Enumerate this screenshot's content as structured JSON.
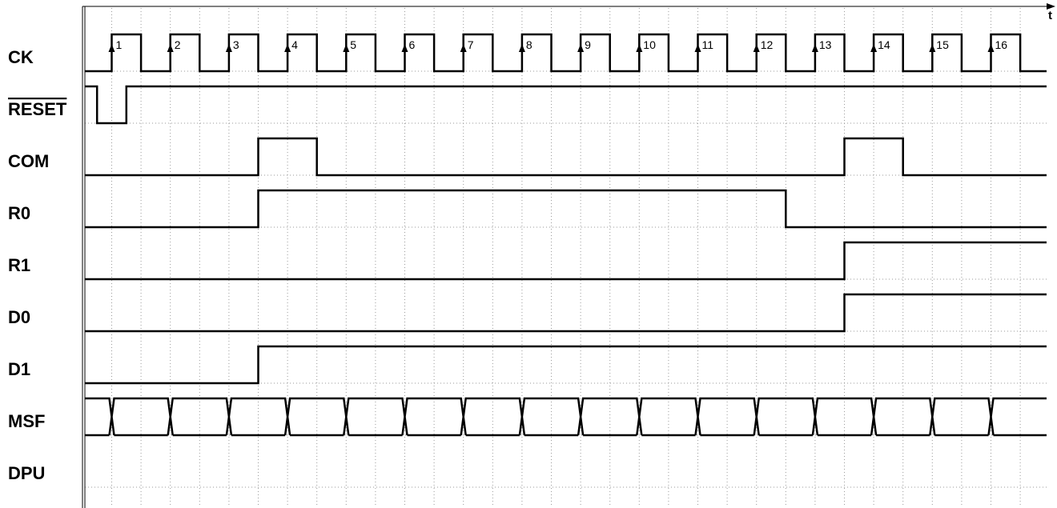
{
  "time_axis_label": "t",
  "signals": [
    {
      "name": "CK"
    },
    {
      "name": "RESET",
      "overline": true
    },
    {
      "name": "COM"
    },
    {
      "name": "R0"
    },
    {
      "name": "R1"
    },
    {
      "name": "D0"
    },
    {
      "name": "D1"
    },
    {
      "name": "MSF"
    },
    {
      "name": "DPU"
    }
  ],
  "clock_cycles": [
    "1",
    "2",
    "3",
    "4",
    "5",
    "6",
    "7",
    "8",
    "9",
    "10",
    "11",
    "12",
    "13",
    "14",
    "15",
    "16"
  ],
  "waveforms": {
    "RESET": {
      "initial": 1,
      "transitions": [
        [
          -0.5,
          0
        ],
        [
          0.5,
          1
        ]
      ]
    },
    "COM": {
      "initial": 0,
      "transitions": [
        [
          5,
          1
        ],
        [
          7,
          0
        ],
        [
          25,
          1
        ],
        [
          27,
          0
        ]
      ]
    },
    "R0": {
      "initial": 0,
      "transitions": [
        [
          5,
          1
        ],
        [
          23,
          0
        ]
      ]
    },
    "R1": {
      "initial": 0,
      "transitions": [
        [
          25,
          1
        ]
      ]
    },
    "D0": {
      "initial": 0,
      "transitions": [
        [
          25,
          1
        ]
      ]
    },
    "D1": {
      "initial": 0,
      "transitions": [
        [
          5,
          1
        ]
      ]
    },
    "MSF": {
      "type": "bus",
      "transitions": [
        0,
        2,
        4,
        6,
        8,
        10,
        12,
        14,
        16,
        18,
        20,
        22,
        24,
        26,
        28,
        30
      ]
    },
    "DPU": {
      "type": "none"
    }
  }
}
